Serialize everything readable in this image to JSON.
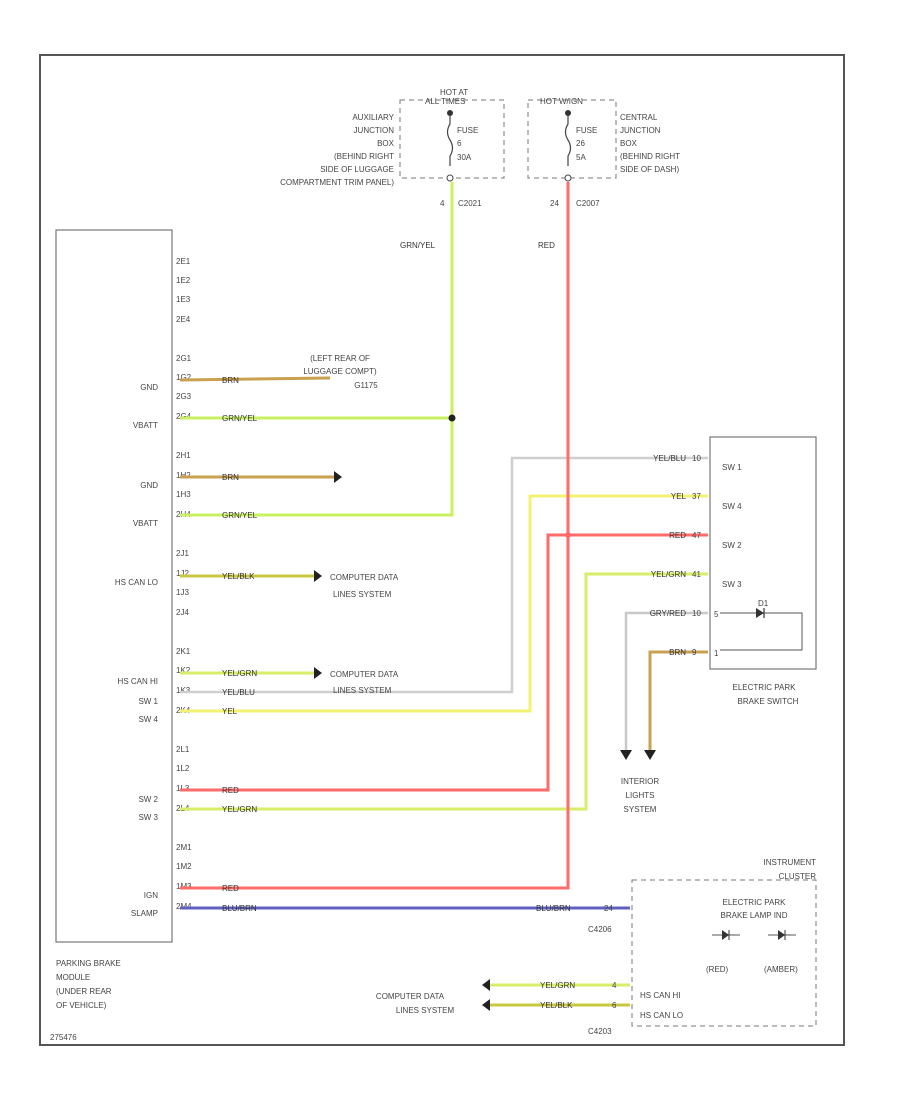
{
  "fuses": {
    "left": {
      "header": [
        "HOT AT",
        "ALL TIMES"
      ],
      "location": [
        "AUXILIARY",
        "JUNCTION",
        "BOX",
        "(BEHIND RIGHT",
        "SIDE OF LUGGAGE",
        "COMPARTMENT TRIM PANEL)"
      ],
      "fuse": [
        "FUSE",
        "6",
        "30A"
      ],
      "pin": "4",
      "connector": "C2021",
      "wire": "GRN/YEL"
    },
    "right": {
      "header": [
        "HOT W/IGN"
      ],
      "location": [
        "CENTRAL",
        "JUNCTION",
        "BOX",
        "(BEHIND RIGHT",
        "SIDE OF DASH)"
      ],
      "fuse": [
        "FUSE",
        "26",
        "5A"
      ],
      "pin": "24",
      "connector": "C2007",
      "wire": "RED"
    }
  },
  "module": {
    "caption": [
      "PARKING BRAKE",
      "MODULE",
      "(UNDER REAR",
      "OF VEHICLE)"
    ],
    "pins_top": [
      "2E1",
      "1E2",
      "1E3",
      "2E4"
    ],
    "pins_g2": [
      "2G1",
      "1G2",
      "2G3",
      "2G4"
    ],
    "pins_g4": [
      "2H1",
      "1H2",
      "1H3",
      "2H4"
    ],
    "pins_g6": [
      "2J1",
      "1J2",
      "1J3",
      "2J4"
    ],
    "pins_g8": [
      "2K1",
      "1K2",
      "1K3",
      "2K4"
    ],
    "pins_g10": [
      "2L1",
      "1L2",
      "1L3",
      "2L4"
    ],
    "pins_g12": [
      "2M1",
      "1M2",
      "1M3",
      "2M4"
    ]
  },
  "pin_labels": {
    "gnd1": "GND",
    "vbatt1": "VBATT",
    "gnd2": "GND",
    "vbatt2": "VBATT",
    "hscanlo": "HS CAN LO",
    "hscanhi": "HS CAN HI",
    "sw1": "SW 1",
    "sw4": "SW 4",
    "sw2": "SW 2",
    "sw3": "SW 3",
    "ign": "IGN",
    "slamp": "SLAMP"
  },
  "wires": {
    "gnd1": "BRN",
    "vbatt1": "GRN/YEL",
    "gnd2": "BRN",
    "vbatt2": "GRN/YEL",
    "canlo": "YEL/BLK",
    "canhi": "YEL/GRN",
    "sw1": "YEL/BLU",
    "sw4": "YEL",
    "sw2": "RED",
    "sw3": "YEL/GRN",
    "ign": "RED",
    "slamp": "BLU/BRN"
  },
  "ground_note": [
    "(LEFT REAR OF",
    "LUGGAGE COMPT)",
    "G1175"
  ],
  "computer_data": [
    "COMPUTER DATA",
    "LINES SYSTEM"
  ],
  "switch": {
    "caption": [
      "ELECTRIC PARK",
      "BRAKE SWITCH"
    ],
    "pins": [
      "SW 1",
      "SW 4",
      "SW 2",
      "SW 3",
      "5",
      "1"
    ],
    "wires": [
      "YEL/BLU",
      "YEL",
      "RED",
      "YEL/GRN",
      "GRY/RED",
      "BRN"
    ],
    "pin_nums": [
      "10",
      "37",
      "47",
      "41",
      "10",
      "9"
    ],
    "diode": "D1"
  },
  "interior": [
    "INTERIOR",
    "LIGHTS",
    "SYSTEM"
  ],
  "cluster": {
    "title": [
      "INSTRUMENT",
      "CLUSTER"
    ],
    "lamp": [
      "ELECTRIC PARK",
      "BRAKE LAMP IND"
    ],
    "colors": [
      "(RED)",
      "(AMBER)"
    ],
    "can_hi": "HS CAN HI",
    "can_lo": "HS CAN LO",
    "wire_slamp": "BLU/BRN",
    "pin_slamp": "24",
    "conn1": "C4206",
    "conn2": "C4203",
    "can_wires": [
      "YEL/GRN",
      "YEL/BLK"
    ],
    "can_pins": [
      "4",
      "6"
    ]
  },
  "footer": "275476",
  "colors": {
    "grnyel": "#c8f060",
    "red": "#ff6a6a",
    "brn": "#c8a050",
    "yel": "#f2f270",
    "yelgrn": "#d8ee6a",
    "yelblk": "#c8c840",
    "yelblu": "#c8c8c8",
    "blu": "#6060c0",
    "frame": "#555555"
  }
}
